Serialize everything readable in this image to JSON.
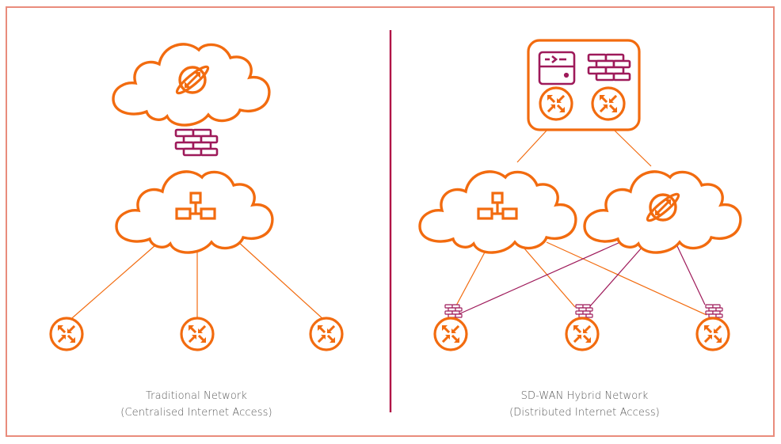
{
  "colors": {
    "orange": "#f26b0f",
    "maroon": "#9e1a5a",
    "divider": "#b01346",
    "frame": "#e98c7c",
    "caption_text": "#5a5a5a"
  },
  "left_panel": {
    "title": "Traditional Network",
    "subtitle": "(Centralised Internet Access)",
    "nodes": [
      {
        "id": "internet-cloud",
        "type": "cloud",
        "icon": "internet-globe-icon"
      },
      {
        "id": "central-firewall",
        "type": "firewall",
        "icon": "firewall-brick-icon"
      },
      {
        "id": "mpls-cloud",
        "type": "cloud",
        "icon": "network-hierarchy-icon"
      },
      {
        "id": "branch-router-1",
        "type": "router",
        "icon": "router-arrows-icon"
      },
      {
        "id": "branch-router-2",
        "type": "router",
        "icon": "router-arrows-icon"
      },
      {
        "id": "branch-router-3",
        "type": "router",
        "icon": "router-arrows-icon"
      }
    ],
    "links": [
      {
        "from": "mpls-cloud",
        "to": "branch-router-1",
        "color": "orange"
      },
      {
        "from": "mpls-cloud",
        "to": "branch-router-2",
        "color": "orange"
      },
      {
        "from": "mpls-cloud",
        "to": "branch-router-3",
        "color": "orange"
      }
    ]
  },
  "right_panel": {
    "title": "SD-WAN Hybrid Network",
    "subtitle": "(Distributed Internet Access)",
    "nodes": [
      {
        "id": "datacenter-hub",
        "type": "hub",
        "icons": [
          "server-icon",
          "firewall-brick-icon",
          "router-arrows-icon",
          "router-arrows-icon"
        ]
      },
      {
        "id": "mpls-cloud",
        "type": "cloud",
        "icon": "network-hierarchy-icon"
      },
      {
        "id": "internet-cloud",
        "type": "cloud",
        "icon": "internet-globe-icon"
      },
      {
        "id": "branch-1",
        "type": "router-with-firewall",
        "icon": "router-arrows-icon"
      },
      {
        "id": "branch-2",
        "type": "router-with-firewall",
        "icon": "router-arrows-icon"
      },
      {
        "id": "branch-3",
        "type": "router-with-firewall",
        "icon": "router-arrows-icon"
      }
    ],
    "links": [
      {
        "from": "datacenter-hub",
        "to": "mpls-cloud",
        "color": "orange"
      },
      {
        "from": "datacenter-hub",
        "to": "internet-cloud",
        "color": "orange"
      },
      {
        "from": "mpls-cloud",
        "to": "branch-1",
        "color": "orange"
      },
      {
        "from": "mpls-cloud",
        "to": "branch-2",
        "color": "orange"
      },
      {
        "from": "mpls-cloud",
        "to": "branch-3",
        "color": "orange"
      },
      {
        "from": "internet-cloud",
        "to": "branch-1",
        "color": "maroon"
      },
      {
        "from": "internet-cloud",
        "to": "branch-2",
        "color": "maroon"
      },
      {
        "from": "internet-cloud",
        "to": "branch-3",
        "color": "maroon"
      }
    ]
  }
}
